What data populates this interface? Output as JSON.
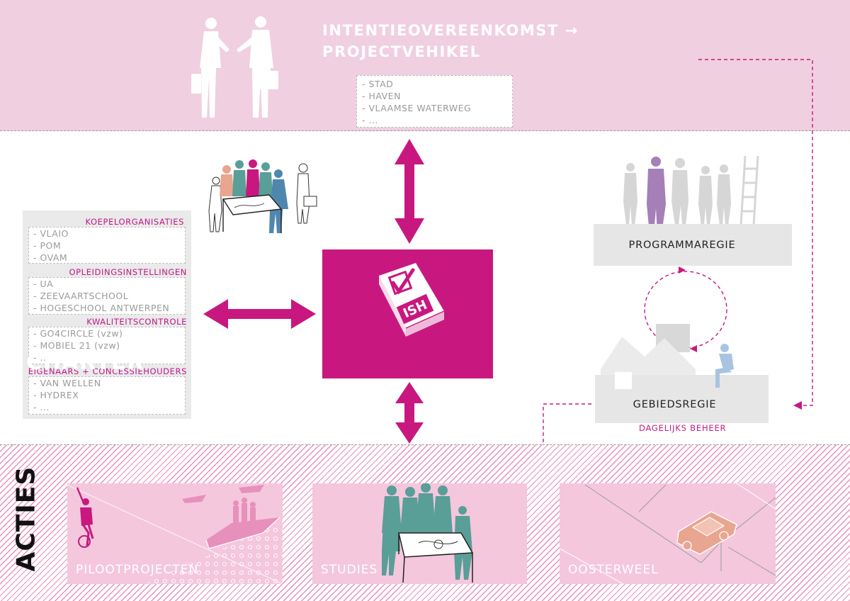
{
  "top": {
    "title_line1": "INTENTIEOVEREENKOMST →",
    "title_line2": "PROJECTVEHIKEL",
    "partners": [
      "- STAD",
      "- HAVEN",
      "- VLAAMSE WATERWEG",
      "- ..."
    ]
  },
  "center": {
    "charter_label": "CHARTER",
    "book_label": "ISH"
  },
  "organisations": {
    "groups": [
      {
        "category": "KOEPELORGANISATIES",
        "items": [
          "- VLAIO",
          "- POM",
          "- OVAM"
        ]
      },
      {
        "category": "OPLEIDINGSINSTELLINGEN",
        "items": [
          "- UA",
          "- ZEEVAARTSCHOOL",
          "- HOGESCHOOL ANTWERPEN"
        ]
      },
      {
        "category": "KWALITEITSCONTROLE",
        "items": [
          "- GO4CIRCLE (vzw)",
          "- MOBIEL 21 (vzw)",
          "- ..."
        ]
      },
      {
        "category": "EIGENAARS + CONCESSIEHOUDERS",
        "items": [
          "- VAN WELLEN",
          "- HYDREX",
          "- ..."
        ]
      }
    ]
  },
  "right": {
    "programmaregie": "PROGRAMMAREGIE",
    "gebiedsregie": "GEBIEDSREGIE",
    "dagelijks_beheer": "DAGELIJKS BEHEER"
  },
  "bottom": {
    "section_title": "ACTIES",
    "panels": [
      "PILOOTPROJECTEN",
      "STUDIES",
      "OOSTERWEEL"
    ]
  },
  "colors": {
    "magenta": "#c8187f",
    "pink_band": "#f0cfe0",
    "panel_pink": "#f4c7dd",
    "gray": "#e6e6e6",
    "teal": "#5a9e98",
    "blue": "#4f86ad",
    "salmon": "#e8a590",
    "purple": "#a57fb8"
  }
}
